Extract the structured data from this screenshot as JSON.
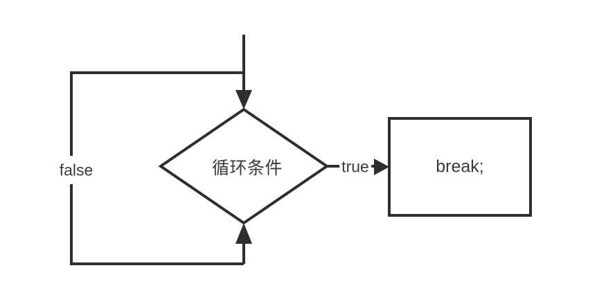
{
  "diagram": {
    "title": "break statement loop flowchart",
    "type": "flowchart",
    "background_color": "#ffffff",
    "stroke_color": "#2e2e2e",
    "text_color": "#3a3a3a",
    "nodes": {
      "condition": {
        "shape": "diamond",
        "label": "循环条件"
      },
      "break_statement": {
        "shape": "rectangle",
        "label": "break;"
      }
    },
    "edges": {
      "true_branch": {
        "label": "true",
        "from": "condition",
        "to": "break_statement"
      },
      "false_branch": {
        "label": "false",
        "from": "condition",
        "to": "condition"
      }
    }
  }
}
